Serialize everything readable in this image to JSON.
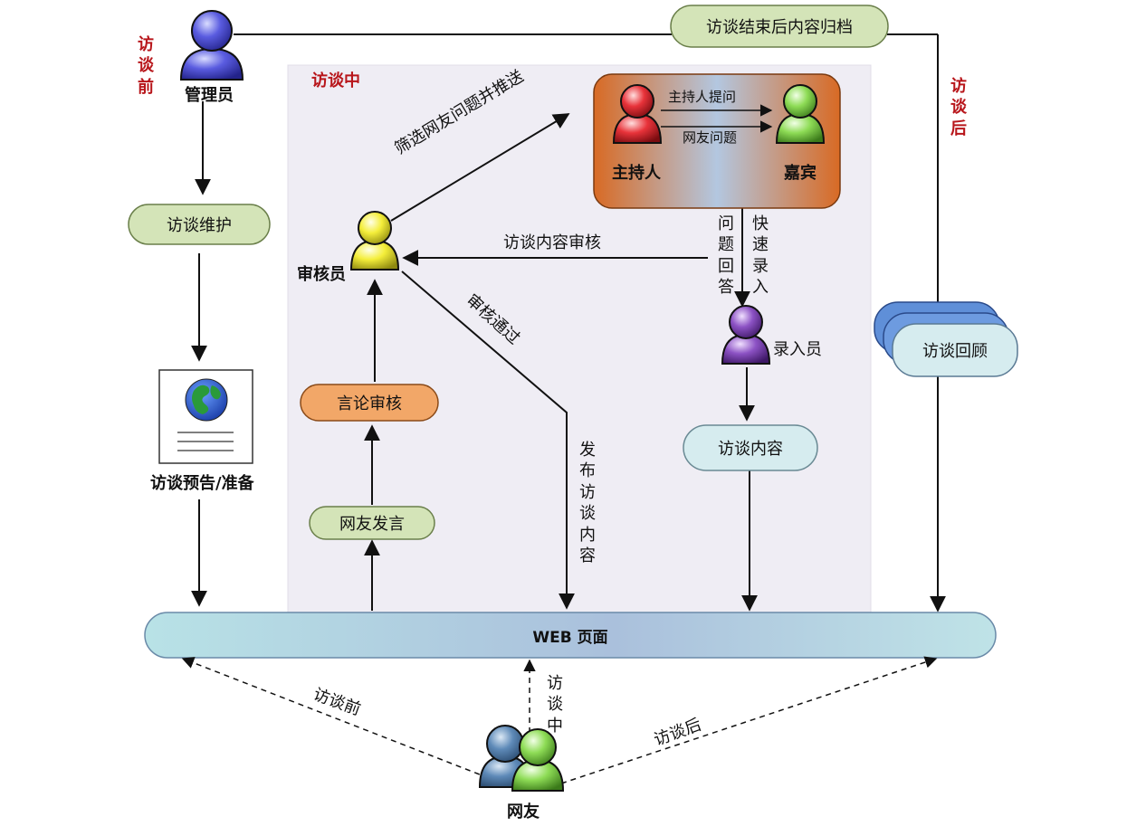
{
  "phases": {
    "before": "访谈前",
    "during": "访谈中",
    "after": "访谈后"
  },
  "roles": {
    "admin": "管理员",
    "reviewer": "审核员",
    "host": "主持人",
    "guest": "嘉宾",
    "recorder": "录入员",
    "netizen": "网友"
  },
  "nodes": {
    "archive": "访谈结束后内容归档",
    "maintain": "访谈维护",
    "preview": "访谈预告/准备",
    "speech_review": "言论审核",
    "netizen_post": "网友发言",
    "content": "访谈内容",
    "review_back": "访谈回顾",
    "web": "WEB 页面"
  },
  "edges": {
    "host_ask": "主持人提问",
    "netizen_q": "网友问题",
    "filter_push": "筛选网友问题并推送",
    "content_review": "访谈内容审核",
    "answer": "问题回答",
    "quick_input": "快速录入",
    "approved": "审核通过",
    "publish": "发布访谈内容",
    "before": "访谈前",
    "during": "访谈中",
    "after": "访谈后"
  },
  "colors": {
    "green_pill": "#d4e4b8",
    "orange_pill": "#f2a768",
    "cyan_pill": "#d6ecef",
    "blue_stack": "#5f8fd8",
    "inner_panel": "#efedf4",
    "phase_red": "#b8161b"
  }
}
